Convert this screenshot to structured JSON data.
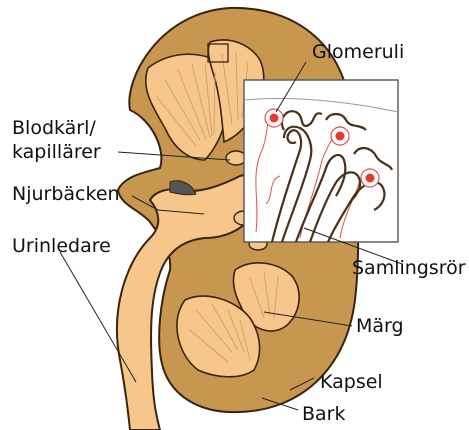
{
  "labels": {
    "glomeruli": "Glomeruli",
    "blodkarl_line1": "Blodkärl/",
    "blodkarl_line2": "kapillärer",
    "njurbacken": "Njurbäcken",
    "urinledare": "Urinledare",
    "samlingsror": "Samlingsrör",
    "marg": "Märg",
    "kapsel": "Kapsel",
    "bark": "Bark"
  },
  "colors": {
    "cortex": "#c8974f",
    "medulla": "#f6c68a",
    "outline": "#3a2410",
    "glomerulus_dot": "#e8392b",
    "capillary": "#d9534f",
    "leader_line": "#222222"
  }
}
